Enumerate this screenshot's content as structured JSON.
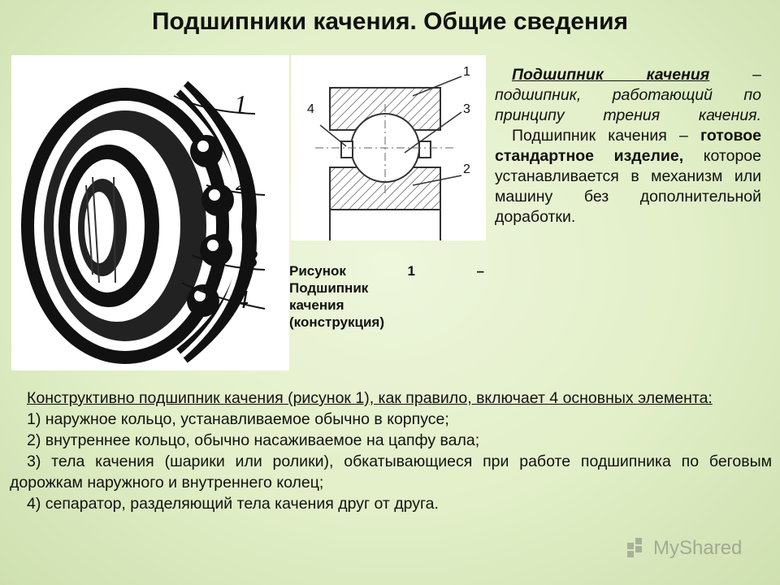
{
  "title": "Подшипники качения. Общие сведения",
  "figure1": {
    "callouts": [
      "1",
      "2",
      "3",
      "4"
    ]
  },
  "figure2": {
    "callouts": [
      "1",
      "3",
      "2",
      "4"
    ]
  },
  "caption": {
    "line1_left": "Рисунок",
    "line1_num": "1",
    "line1_dash": "–",
    "line2": "Подшипник",
    "line3": "качения",
    "line4": "(конструкция)"
  },
  "definition": {
    "term": "Подшипник качения",
    "dash": " – ",
    "rest": "подшипник, работающий по принципу трения качения.",
    "p2_start": "Подшипник качения – ",
    "p2_bold": "готовое стандартное изделие,",
    "p2_end": " которое устанавливается в механизм или машину без дополнительной доработки."
  },
  "body": {
    "intro": "Конструктивно подшипник качения (рисунок 1), как правило, включает 4 основных элемента:",
    "items": [
      "1) наружное кольцо, устанавливаемое обычно в корпусе;",
      "2) внутреннее кольцо, обычно насаживаемое на цапфу вала;",
      "3) тела качения (шарики или ролики), обкатывающиеся при работе подшипника по беговым дорожкам наружного и внутреннего колец;",
      "4) сепаратор, разделяющий тела качения друг от друга."
    ]
  },
  "watermark": "MyShared"
}
